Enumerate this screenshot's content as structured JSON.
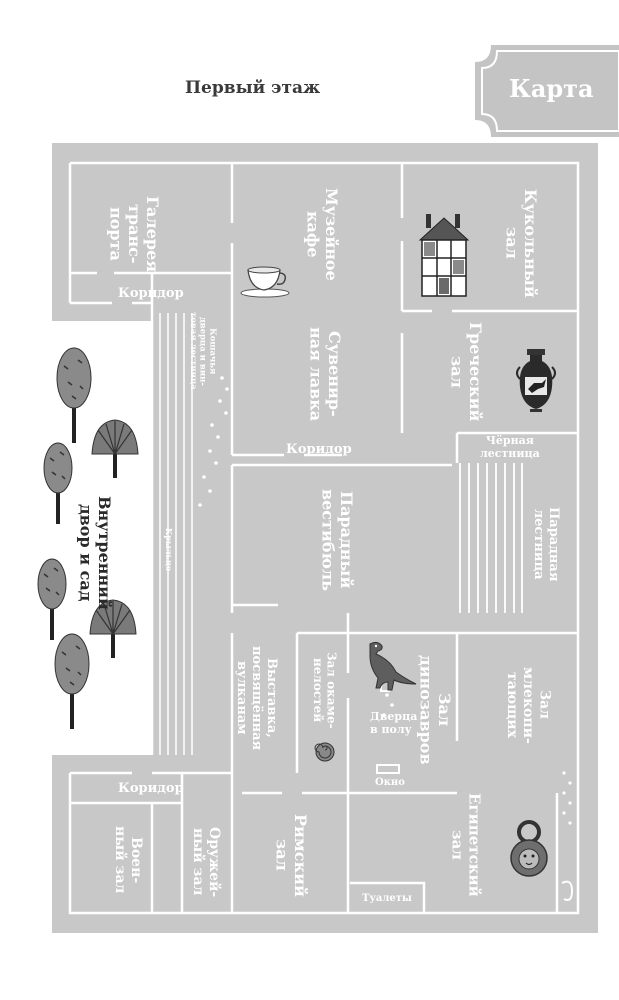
{
  "header": {
    "floor_title": "Первый этаж",
    "map_tab": "Карта"
  },
  "rooms": {
    "transport_gallery": "Галерея\nтранс-\nпорта",
    "museum_cafe": "Музейное\nкафе",
    "dolls_hall": "Кукольный\nзал",
    "corridor_top_left": "Коридор",
    "cat_door": "Кошачья\nдверца и вин-\nтовая лестница",
    "souvenir_shop": "Сувенир-\nная лавка",
    "greek_hall": "Греческий\nзал",
    "corridor_middle": "Коридор",
    "back_stairs": "Чёрная\nлестница",
    "main_lobby": "Парадный\nвестибюль",
    "main_stairs": "Парадная\nлестница",
    "porch": "Крыльцо",
    "courtyard": "Внутренний\nдвор и сад",
    "volcano_exhibit": "Выставка,\nпосвящённая\nвулканам",
    "fossil_hall": "Зал окаме-\nнелостей",
    "dinosaur_hall": "Зал\nдинозавров",
    "mammals_hall": "Зал\nмлекопи-\nтающих",
    "floor_door": "Дверца\nв полу",
    "corridor_bottom": "Коридор",
    "window": "Окно",
    "military_hall": "Воен-\nный зал",
    "weapons_hall": "Оружей-\nный зал",
    "roman_hall": "Римский\nзал",
    "egyptian_hall": "Египетский\nзал",
    "toilets": "Туалеты"
  },
  "colors": {
    "floor": "#c8c8c8",
    "walls": "#ffffff",
    "text": "#3a3a3a"
  },
  "icons": [
    "teacup-icon",
    "dollhouse-icon",
    "greek-vase-icon",
    "dinosaur-icon",
    "ammonite-icon",
    "lion-door-knocker-icon",
    "tree-icon",
    "fan-tree-icon"
  ]
}
